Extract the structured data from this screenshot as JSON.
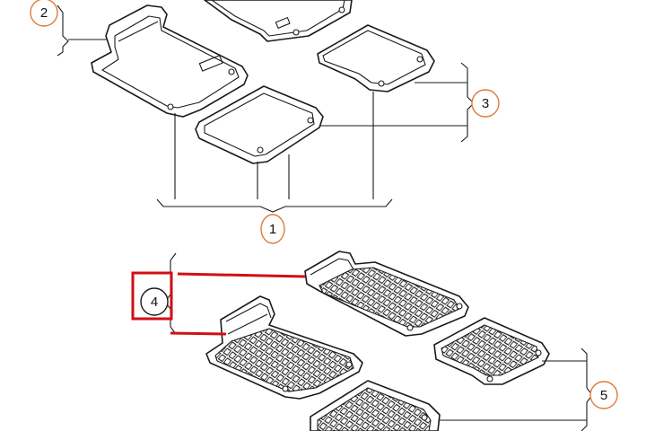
{
  "callouts": {
    "c1": "1",
    "c2": "2",
    "c3": "3",
    "c4": "4",
    "c5": "5"
  },
  "colors": {
    "line": "#1a1a1a",
    "callout_circle": "#e07a3c",
    "highlight": "#d10f16",
    "background": "#ffffff"
  },
  "parts": [
    {
      "callout": "1",
      "item": "carpet-floor-mats"
    },
    {
      "callout": "2",
      "item": "driver-carpet-mat"
    },
    {
      "callout": "3",
      "item": "rear-carpet-mats"
    },
    {
      "callout": "4",
      "item": "front-rubber-mats",
      "highlighted": true
    },
    {
      "callout": "5",
      "item": "rear-rubber-mats"
    }
  ]
}
